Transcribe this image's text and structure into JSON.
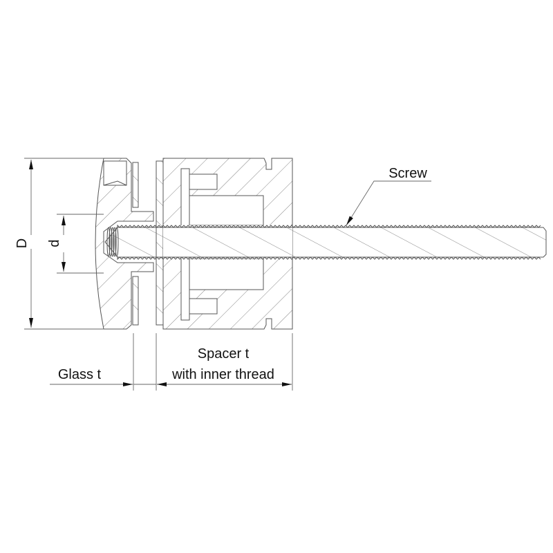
{
  "labels": {
    "diameter_outer": "D",
    "diameter_inner": "d",
    "glass": "Glass t",
    "spacer_line1": "Spacer t",
    "spacer_line2": "with inner thread",
    "screw": "Screw"
  },
  "colors": {
    "line": "#555555",
    "text": "#111111",
    "background": "#ffffff"
  }
}
